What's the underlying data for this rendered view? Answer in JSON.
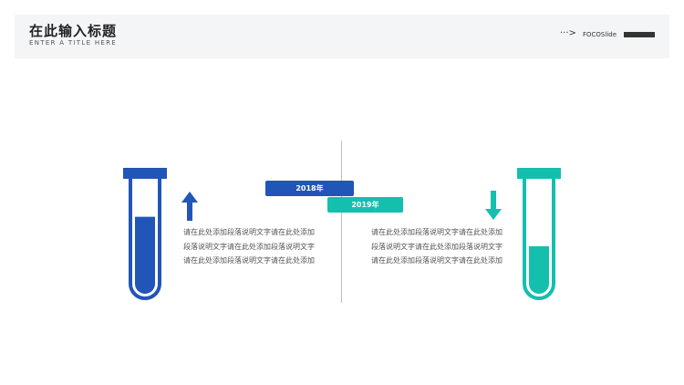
{
  "header": {
    "title": "在此输入标题",
    "subtitle": "ENTER A TITLE HERE",
    "brand_arrow": "···>",
    "brand": "FOCOSlide"
  },
  "timeline": [
    {
      "year": "2018年",
      "direction": "up",
      "level": 0.68,
      "color": "#2255b8",
      "text": "请在此处添加段落说明文字请在此处添加段落说明文字请在此处添加段落说明文字请在此处添加段落说明文字请在此处添加"
    },
    {
      "year": "2019年",
      "direction": "down",
      "level": 0.42,
      "color": "#15bfae",
      "text": "请在此处添加段落说明文字请在此处添加段落说明文字请在此处添加段落说明文字请在此处添加段落说明文字请在此处添加"
    }
  ],
  "colors": {
    "accent_blue": "#2255b8",
    "accent_teal": "#15bfae",
    "header_bg": "#f4f5f7"
  }
}
